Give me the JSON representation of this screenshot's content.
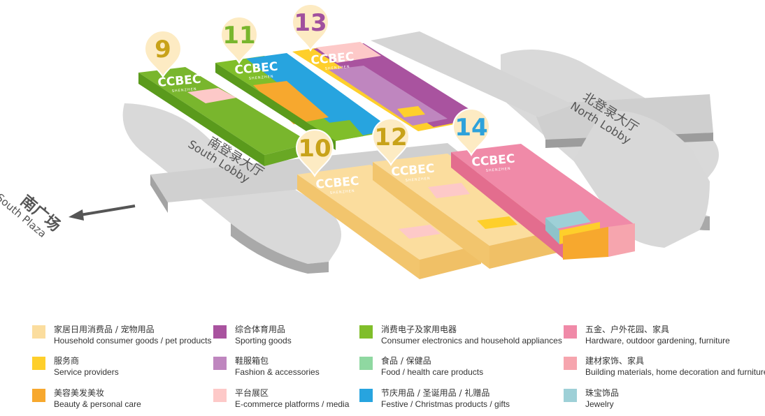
{
  "brand": {
    "name": "CCBEC",
    "sub": "SHENZHEN"
  },
  "lobbies": {
    "north": {
      "cn": "北登录大厅",
      "en": "North Lobby"
    },
    "south": {
      "cn": "南登录大厅",
      "en": "South Lobby"
    }
  },
  "plaza": {
    "cn": "南广场",
    "en": "South Plaza"
  },
  "halls": [
    {
      "number": "9",
      "color": "#c8a219"
    },
    {
      "number": "11",
      "color": "#79b62d"
    },
    {
      "number": "13",
      "color": "#a0509e"
    },
    {
      "number": "10",
      "color": "#c8a219"
    },
    {
      "number": "12",
      "color": "#c8a219"
    },
    {
      "number": "14",
      "color": "#2da2db"
    }
  ],
  "legend": [
    {
      "color": "#fbdd9e",
      "cn": "家居日用消费品 / 宠物用品",
      "en": "Household consumer goods / pet products"
    },
    {
      "color": "#fecf2b",
      "cn": "服务商",
      "en": "Service providers"
    },
    {
      "color": "#f7a82e",
      "cn": "美容美发美妆",
      "en": "Beauty & personal care"
    },
    {
      "color": "#a9539f",
      "cn": "综合体育用品",
      "en": "Sporting goods"
    },
    {
      "color": "#bf86bf",
      "cn": "鞋服箱包",
      "en": "Fashion & accessories"
    },
    {
      "color": "#fdc9c8",
      "cn": "平台展区",
      "en": "E-commerce platforms / media"
    },
    {
      "color": "#80be2a",
      "cn": "消费电子及家用电器",
      "en": "Consumer electronics and household appliances"
    },
    {
      "color": "#8fd8a1",
      "cn": "食品 / 保健品",
      "en": "Food / health care products"
    },
    {
      "color": "#27a4df",
      "cn": "节庆用品 / 圣诞用品 / 礼赠品",
      "en": "Festive / Christmas products / gifts"
    },
    {
      "color": "#f08aa8",
      "cn": "五金、户外花园、家具",
      "en": "Hardware, outdoor gardening, furniture"
    },
    {
      "color": "#f6a5ae",
      "cn": "建材家饰、家具",
      "en": "Building materials, home decoration and furniture"
    },
    {
      "color": "#9ed0d7",
      "cn": "珠宝饰品",
      "en": "Jewelry"
    }
  ]
}
